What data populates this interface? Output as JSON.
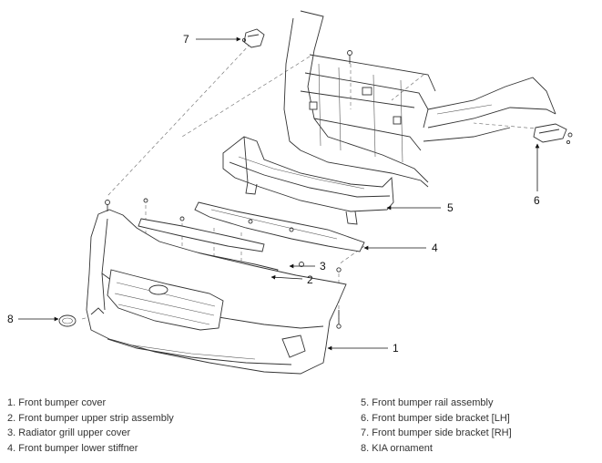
{
  "diagram": {
    "callouts": [
      {
        "id": "1",
        "number": "1"
      },
      {
        "id": "2",
        "number": "2"
      },
      {
        "id": "3",
        "number": "3"
      },
      {
        "id": "4",
        "number": "4"
      },
      {
        "id": "5",
        "number": "5"
      },
      {
        "id": "6",
        "number": "6"
      },
      {
        "id": "7",
        "number": "7"
      },
      {
        "id": "8",
        "number": "8"
      }
    ]
  },
  "legend": {
    "left": [
      "1. Front bumper cover",
      "2. Front bumper upper strip assembly",
      "3. Radiator grill upper cover",
      "4. Front bumper lower stiffner"
    ],
    "right": [
      "5. Front bumper rail assembly",
      "6. Front bumper side bracket [LH]",
      "7. Front bumper side bracket [RH]",
      "8. KIA ornament"
    ]
  }
}
